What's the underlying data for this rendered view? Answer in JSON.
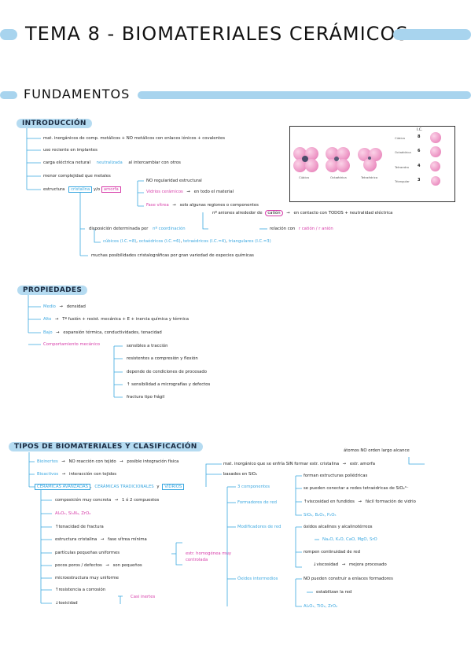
{
  "header": {
    "title": "TEMA 8 - BIOMATERIALES CERÁMICOS"
  },
  "fundamentos": {
    "title": "FUNDAMENTOS"
  },
  "introduccion": {
    "label": "INTRODUCCIÓN",
    "items": [
      "mat. inorgánicos de comp. metálicos + NO metálicos con enlaces iónicos + covalentes",
      "uso reciente en implantes",
      "carga eléctrica netural",
      "neutralizada",
      "al intercambiar con otros",
      "menor complejidad que metales",
      "estructura",
      "cristalina",
      "y/o",
      "amorfa"
    ],
    "estructura_sub": [
      "NO regularidad estructural",
      "Vidrios cerámicos",
      "en todo el material",
      "Fase vítrea",
      "solo algunas regiones o componentes"
    ],
    "coordinacion": {
      "anion_note_a": "nº aniones alrededor de",
      "anion_note_catión": "catión",
      "anion_note_b": "en contacto con TODOS + neutralidad eléctrica",
      "disposicion": "disposición determinada por",
      "num_coord": "nº coordinación",
      "relacion_a": "relación con",
      "relacion_b": "r catión / r anión",
      "cubicos": "cúbicos (I.C.=8)",
      "octaedricos": "octaédricos (I.C.=6)",
      "tetraedricos": "tetraédricos (I.C.=4)",
      "triangulares": "triangulares (I.C.=3)",
      "sep": ",",
      "muchas": "muchas posibilidades cristalográficas por gran variedad de especies químicas"
    },
    "figure": {
      "ic_header": "I.C.",
      "rows": [
        {
          "name": "Cúbica",
          "ic": "8"
        },
        {
          "name": "Octaédrica",
          "ic": "6"
        },
        {
          "name": "Tetraedro",
          "ic": "4"
        },
        {
          "name": "Triangular",
          "ic": "3"
        }
      ],
      "captions": [
        "Cúbica",
        "Octaédrica",
        "Tetraédrica"
      ]
    }
  },
  "propiedades": {
    "label": "PROPIEDADES",
    "items": [
      {
        "k": "Medio",
        "v": "densidad"
      },
      {
        "k": "Alto",
        "v": "Tª fusión + resist. mecánica + E + inercia química y térmica"
      },
      {
        "k": "Bajo",
        "v": "expansión térmica, conductividades, tenacidad"
      }
    ],
    "mecanico": "Comportamiento mecánico",
    "mecanico_items": [
      "sensibles a tracción",
      "resistentes a compresión y flexión",
      "depende de condiciones de procesado",
      "↑ sensibilidad a micrografías y defectos",
      "fractura tipo frágil"
    ]
  },
  "tipos": {
    "label": "TIPOS DE BIOMATERIALES Y CLASIFICACIÓN",
    "left": [
      {
        "k": "Bioinertes",
        "v1": "NO reacción con tejido",
        "v2": "posible integración física"
      },
      {
        "k": "Bioactivos",
        "v1": "interacción con tejidos",
        "v2": ""
      }
    ],
    "cer_avanzadas": "CERÁMICAS AVANZADAS",
    "cer_tradicionales": "CERÁMICAS TRADICIONALES",
    "vidrios": "VIDRIOS",
    "y": "y",
    "avanzadas_items": [
      "composición muy concreta",
      "1 ó 2 compuestos",
      "Al₂O₃, Si₃N₄, ZrO₂",
      "↑tenacidad de fractura",
      "estructura cristalina",
      "fase vítrea mínima",
      "partículas pequeñas uniformes",
      "pocos poros / defectos",
      "son pequeños",
      "microestructura muy uniforme",
      "↑resistencia a corrosión",
      "↓toxicidad"
    ],
    "estr_homogenea": "estr. homogénea muy controlada",
    "casi_inertes": "Casi inertes",
    "vidrios_tree": {
      "atomos": "átomos NO orden largo alcance",
      "mat_inorg": "mat. inorgánico que se enfría SIN formar estr. cristalina",
      "estr_amorfa": "estr. amorfa",
      "basados": "basados en SiO₂",
      "componentes": "3 componentes",
      "forman": "forman estructuras poliédricas",
      "formadores": "Formadores de red",
      "pueden_conectar": "se pueden conectar a redes tetraédricas de SiO₄⁴⁻",
      "viscosidad_fundidos": "↑viscosidad en fundidos",
      "facil_formacion": "fácil formación de vidrio",
      "formadores_ej": "SiO₂, B₂O₃, P₂O₅",
      "modificadores": "Modificadores de red",
      "oxidos_alc": "óxidos alcalinos y alcalinotérreos",
      "oxidos_ej": "Na₂O, K₂O, CaO, MgO, SrO",
      "rompen": "rompen continuidad de red",
      "visc_baja": "↓viscosidad",
      "mejora": "mejora procesado",
      "intermedios": "Óxidos intermedios",
      "no_pueden": "NO pueden construir a enlaces formadores",
      "estabilizan": "estabilizan la red",
      "intermedios_ej": "Al₂O₃, TiO₂, ZrO₂"
    }
  }
}
